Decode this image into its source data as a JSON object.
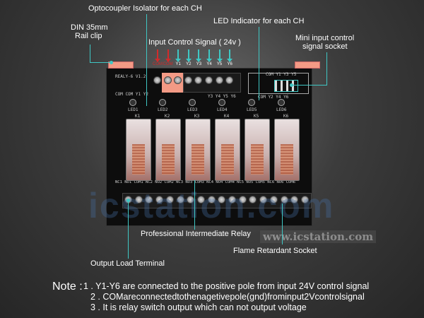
{
  "callouts": {
    "optocoupler": "Optocoupler Isolator for each CH",
    "din_line1": "DIN 35mm",
    "din_line2": "Rail clip",
    "led_indicator": "LED Indicator for each CH",
    "input_signal": "Input Control Signal ( 24v )",
    "mini_socket_line1": "Mini input control",
    "mini_socket_line2": "signal socket",
    "relay": "Professional Intermediate Relay",
    "output_terminal": "Output Load Terminal",
    "flame_socket": "Flame Retardant Socket"
  },
  "input_pins": [
    {
      "label": "COM",
      "color": "#d12b2b"
    },
    {
      "label": "COM",
      "color": "#d12b2b"
    },
    {
      "label": "Y1",
      "color": "#3fc7c4"
    },
    {
      "label": "Y2",
      "color": "#3fc7c4"
    },
    {
      "label": "Y3",
      "color": "#3fc7c4"
    },
    {
      "label": "Y4",
      "color": "#3fc7c4"
    },
    {
      "label": "Y5",
      "color": "#3fc7c4"
    },
    {
      "label": "Y6",
      "color": "#3fc7c4"
    }
  ],
  "board": {
    "model": "REALY-6 V1.2",
    "input_silk": "COM COM Y1 Y2",
    "input_silk2": "Y3 Y4 Y5 Y6",
    "socket_top": "COM Y1 Y3 Y5",
    "socket_bottom": "COM Y2 Y4 Y6",
    "leds": [
      "LED1",
      "LED2",
      "LED3",
      "LED4",
      "LED5",
      "LED6"
    ],
    "relays": [
      "K1",
      "K2",
      "K3",
      "K4",
      "K5",
      "K6"
    ],
    "outputs": "NC1 NO1 COM1 NC2 NO2 COM2 NC3 NO3 COM3 NC4 NO4 COM4 NC5 NO5 COM5 NC6 NO6 COM6"
  },
  "watermark": "icstation.com",
  "watermark_url": "www.icstation.com",
  "note": {
    "heading": "Note :",
    "items": [
      "1 . Y1-Y6 are connected to the positive pole from input 24V control signal",
      "2 . COMareconnectedtothenagetivepole(gnd)frominput2Vcontrolsignal",
      "3 . It is relay switch output which can not output voltage"
    ]
  },
  "accent": "#3fc7c4"
}
